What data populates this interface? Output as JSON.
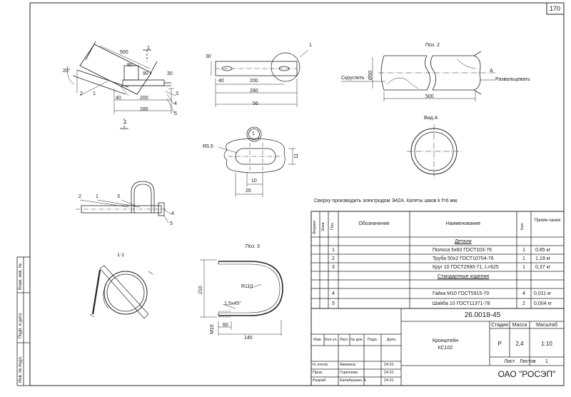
{
  "sheet_number": "170",
  "note": "Сверху производить электродом Э42А. Катеты швов k f=6 мм.",
  "views": {
    "pos2": "Поз. 2",
    "pos3": "Поз. 3",
    "view_a": "Вид А",
    "section": "1-1",
    "detail_marker": "1",
    "view_a_arrow": "А"
  },
  "labels": {
    "round_off": "Скруглить",
    "flare": "Развальцевать"
  },
  "dims": {
    "d500": "500",
    "d80": "80",
    "d90": "90",
    "d30": "30",
    "d40": "40",
    "d200": "200",
    "d280": "280",
    "angle": "20°",
    "d56": "56",
    "d50": "Ø50",
    "r55": "R5,5",
    "d10": "10",
    "d20": "20",
    "d11": "11",
    "d210": "210",
    "r110": "R110",
    "chamfer": "1,5x45°",
    "m10": "M10",
    "d60": "60",
    "d140": "140"
  },
  "callouts": [
    "1",
    "2",
    "3",
    "4",
    "5"
  ],
  "spec": {
    "headers": {
      "format": "Формат",
      "zone": "Зона",
      "pos": "Поз.",
      "designation": "Обозначение",
      "name": "Наименование",
      "qty": "Кол.",
      "note": "Приме-чание"
    },
    "sections": {
      "details": "Детали",
      "standard": "Стандартные изделия"
    },
    "rows": [
      {
        "pos": "1",
        "name": "Полоса 5х60 ГОСТ103-76",
        "qty": "1",
        "note": "0,65 кг"
      },
      {
        "pos": "2",
        "name": "Труба 50х2 ГОСТ10704-76",
        "qty": "1",
        "note": "1,19 кг"
      },
      {
        "pos": "3",
        "name": "Круг 10 ГОСТ2590-71, L=625",
        "qty": "1",
        "note": "0,37 кг"
      },
      {
        "pos": "4",
        "name": "Гайка М10 ГОСТ5915-70",
        "qty": "4",
        "note": "0,011 кг"
      },
      {
        "pos": "5",
        "name": "Шайба 10 ГОСТ11371-78",
        "qty": "2",
        "note": "0,004 кг"
      }
    ]
  },
  "title_block": {
    "doc_number": "26.0018-45",
    "title_line1": "Кронштейн",
    "title_line2": "КС102",
    "stage_label": "Стадия",
    "mass_label": "Масса",
    "scale_label": "Масштаб",
    "stage": "Р",
    "mass": "2,4",
    "scale": "1:10",
    "sheet_label": "Лист",
    "sheets_label": "Листов",
    "sheets": "1",
    "org": "ОАО \"РОСЭП\"",
    "rev_headers": [
      "Изм.",
      "Кол.уч.",
      "Лист",
      "№ док.",
      "Подп.",
      "Дата"
    ],
    "signers": [
      {
        "role": "Н. контр.",
        "name": "Ажикина",
        "date": "24.01"
      },
      {
        "role": "Пров.",
        "name": "Горюнова",
        "date": "24.01"
      },
      {
        "role": "Разраб.",
        "name": "Калабашкин А.",
        "date": "24.01"
      }
    ]
  },
  "side_stamp": {
    "inv_orig": "Инв. № подл.",
    "sign_date": "Подп. и дата",
    "inv_dup": "Взам. инв. №"
  }
}
